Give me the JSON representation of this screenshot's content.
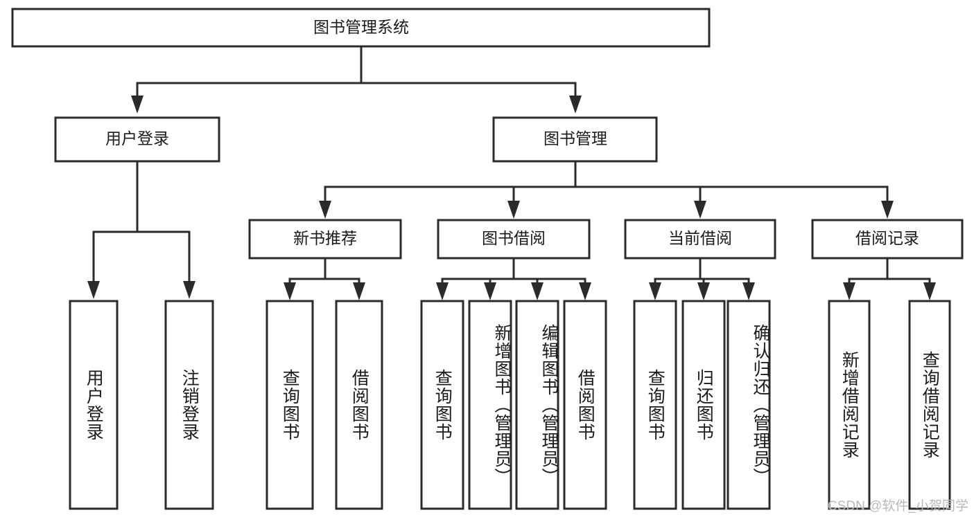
{
  "diagram": {
    "title": "图书管理系统",
    "type": "hierarchy-tree",
    "orientation": "top-down",
    "colors": {
      "background": "#ffffff",
      "box_fill": "#ffffff",
      "box_stroke": "#2b2b2b",
      "connector": "#2b2b2b",
      "text": "#1a1a1a",
      "watermark": "#b9b9b9"
    },
    "root": {
      "label": "图书管理系统",
      "level": 0
    },
    "level1": [
      {
        "label": "用户登录",
        "level": 1
      },
      {
        "label": "图书管理",
        "level": 1
      }
    ],
    "level2": [
      {
        "label": "新书推荐",
        "level": 2,
        "parent": "图书管理"
      },
      {
        "label": "图书借阅",
        "level": 2,
        "parent": "图书管理"
      },
      {
        "label": "当前借阅",
        "level": 2,
        "parent": "图书管理"
      },
      {
        "label": "借阅记录",
        "level": 2,
        "parent": "图书管理"
      }
    ],
    "leaves": {
      "user_login": [
        {
          "label": "用户登录",
          "parent": "用户登录"
        },
        {
          "label": "注销登录",
          "parent": "用户登录"
        }
      ],
      "new_book_recommend": [
        {
          "label": "查询图书",
          "parent": "新书推荐"
        },
        {
          "label": "借阅图书",
          "parent": "新书推荐"
        }
      ],
      "book_borrow": [
        {
          "label": "查询图书",
          "parent": "图书借阅"
        },
        {
          "label": "新增图书（管理员）",
          "parent": "图书借阅"
        },
        {
          "label": "编辑图书（管理员）",
          "parent": "图书借阅"
        },
        {
          "label": "借阅图书",
          "parent": "图书借阅"
        }
      ],
      "current_borrow": [
        {
          "label": "查询图书",
          "parent": "当前借阅"
        },
        {
          "label": "归还图书",
          "parent": "当前借阅"
        },
        {
          "label": "确认归还（管理员）",
          "parent": "当前借阅"
        }
      ],
      "borrow_record": [
        {
          "label": "新增借阅记录",
          "parent": "借阅记录"
        },
        {
          "label": "查询借阅记录",
          "parent": "借阅记录"
        }
      ]
    },
    "watermark": "CSDN @软件_小贺同学"
  }
}
